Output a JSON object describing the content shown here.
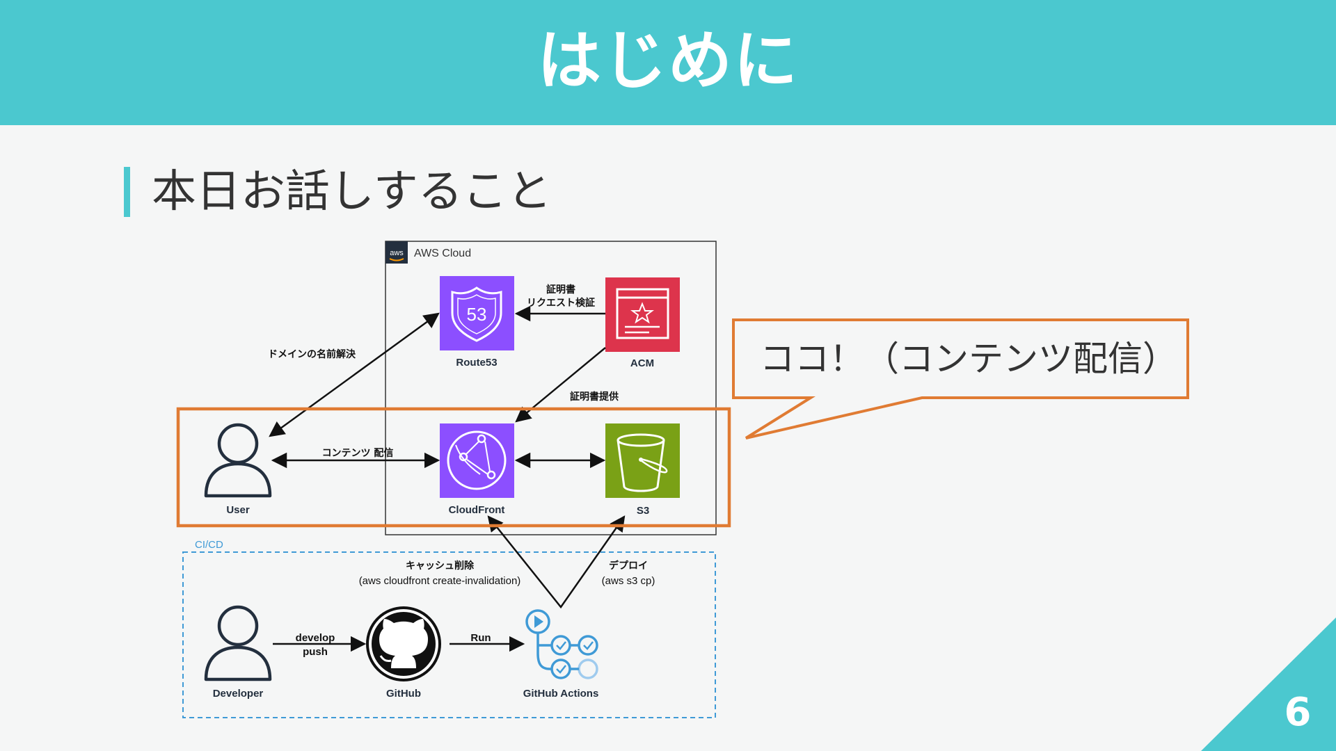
{
  "slide": {
    "title": "はじめに",
    "section_title": "本日お話しすること",
    "page_number": "6",
    "callout": "ココ！（コンテンツ配信）"
  },
  "diagram": {
    "aws_cloud_label": "AWS Cloud",
    "aws_logo_text": "aws",
    "cicd_label": "CI/CD",
    "nodes": {
      "route53": "Route53",
      "route53_badge": "53",
      "acm": "ACM",
      "user": "User",
      "cloudfront": "CloudFront",
      "s3": "S3",
      "developer": "Developer",
      "github": "GitHub",
      "github_actions": "GitHub Actions"
    },
    "edges": {
      "acm_to_route53_line1": "証明書",
      "acm_to_route53_line2": "リクエスト検証",
      "domain_resolution": "ドメインの名前解決",
      "cert_provide": "証明書提供",
      "content_delivery": "コンテンツ 配信",
      "cache_delete_line1": "キャッシュ削除",
      "cache_delete_line2": "(aws cloudfront create-invalidation)",
      "deploy_line1": "デプロイ",
      "deploy_line2": "(aws s3 cp)",
      "develop_push_line1": "develop",
      "develop_push_line2": "push",
      "run": "Run"
    }
  },
  "colors": {
    "accent": "#4bc8cf",
    "highlight": "#e07b33",
    "route53": "#8c4fff",
    "acm": "#dd344c",
    "cloudfront": "#8c4fff",
    "s3": "#7aa116",
    "cicd": "#3f9ad6"
  }
}
